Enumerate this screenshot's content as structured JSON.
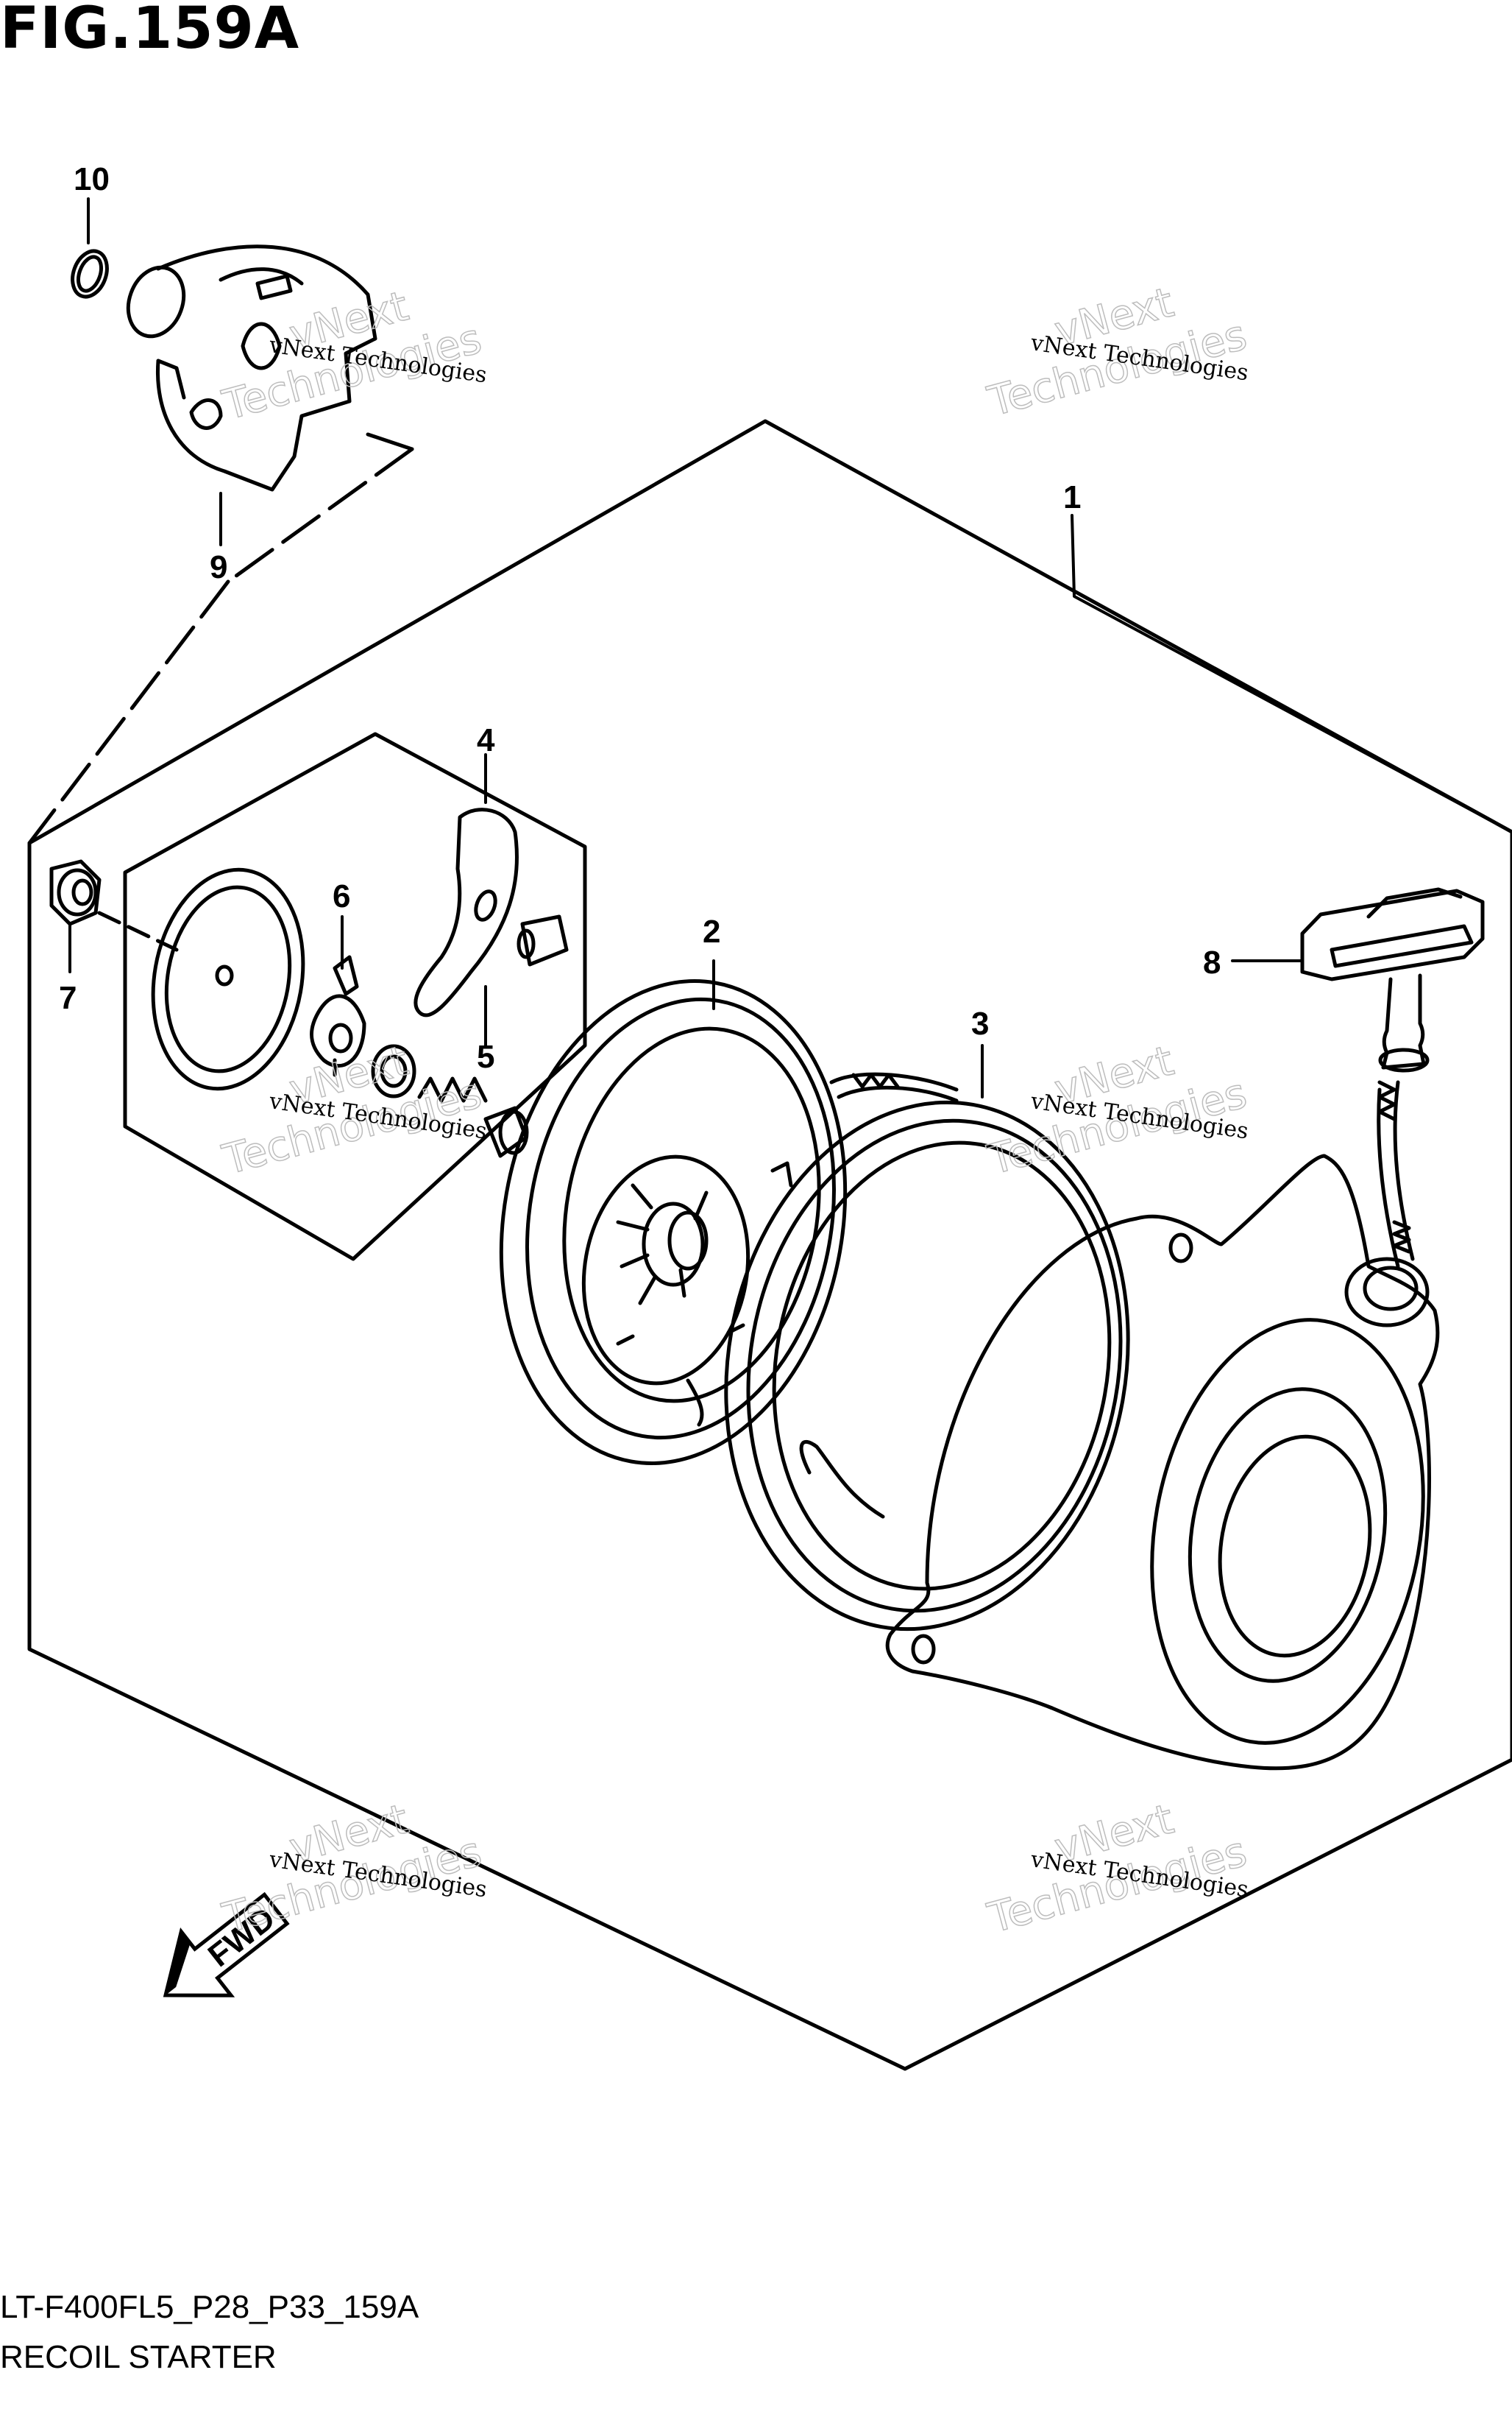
{
  "figure": {
    "title": "FIG.159A"
  },
  "footer": {
    "code": "LT-F400FL5_P28_P33_159A",
    "name": "RECOIL STARTER"
  },
  "callouts": [
    "1",
    "2",
    "3",
    "4",
    "5",
    "6",
    "7",
    "8",
    "9",
    "10"
  ],
  "watermark": {
    "line1": "vNext Technologies",
    "line2": "vNext",
    "line3": "Technologies"
  },
  "direction_marker": {
    "label": "FWD"
  }
}
